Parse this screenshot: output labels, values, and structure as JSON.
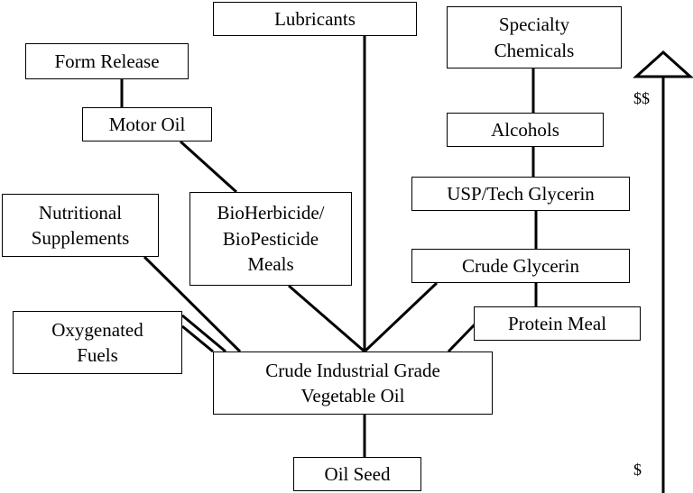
{
  "nodes": {
    "lubricants": "Lubricants",
    "specialty_chemicals": "Specialty\nChemicals",
    "form_release": "Form Release",
    "motor_oil": "Motor Oil",
    "alcohols": "Alcohols",
    "usp_tech_glycerin": "USP/Tech Glycerin",
    "nutritional_supplements": "Nutritional\nSupplements",
    "bioherbicide_biopesticide_meals": "BioHerbicide/\nBioPesticide\nMeals",
    "crude_glycerin": "Crude Glycerin",
    "protein_meal": "Protein Meal",
    "oxygenated_fuels": "Oxygenated\nFuels",
    "crude_industrial_grade_vegetable_oil": "Crude Industrial Grade\nVegetable Oil",
    "oil_seed": "Oil Seed"
  },
  "value_scale": {
    "high_label": "$$",
    "low_label": "$"
  },
  "colors": {
    "line": "#000000",
    "box_border": "#000000",
    "background": "#ffffff"
  }
}
